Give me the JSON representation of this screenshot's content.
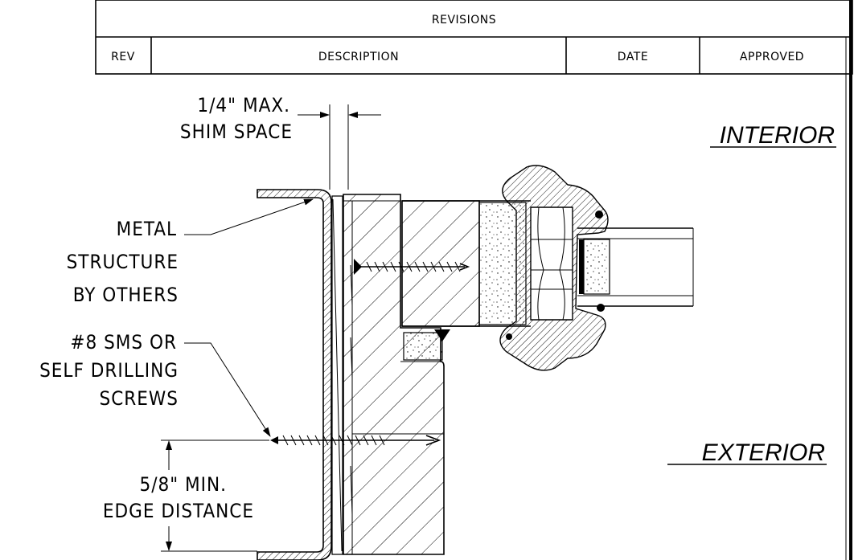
{
  "revisions_block": {
    "title": "REVISIONS",
    "columns": [
      "REV",
      "DESCRIPTION",
      "DATE",
      "APPROVED"
    ]
  },
  "side_labels": {
    "interior": "INTERIOR",
    "exterior": "EXTERIOR"
  },
  "callouts": {
    "shim": [
      "1/4\" MAX.",
      "SHIM SPACE"
    ],
    "structure": [
      "METAL",
      "STRUCTURE",
      "BY OTHERS"
    ],
    "screws": [
      "#8 SMS OR",
      "SELF DRILLING",
      "SCREWS"
    ],
    "edge": [
      "5/8\" MIN.",
      "EDGE DISTANCE"
    ]
  }
}
